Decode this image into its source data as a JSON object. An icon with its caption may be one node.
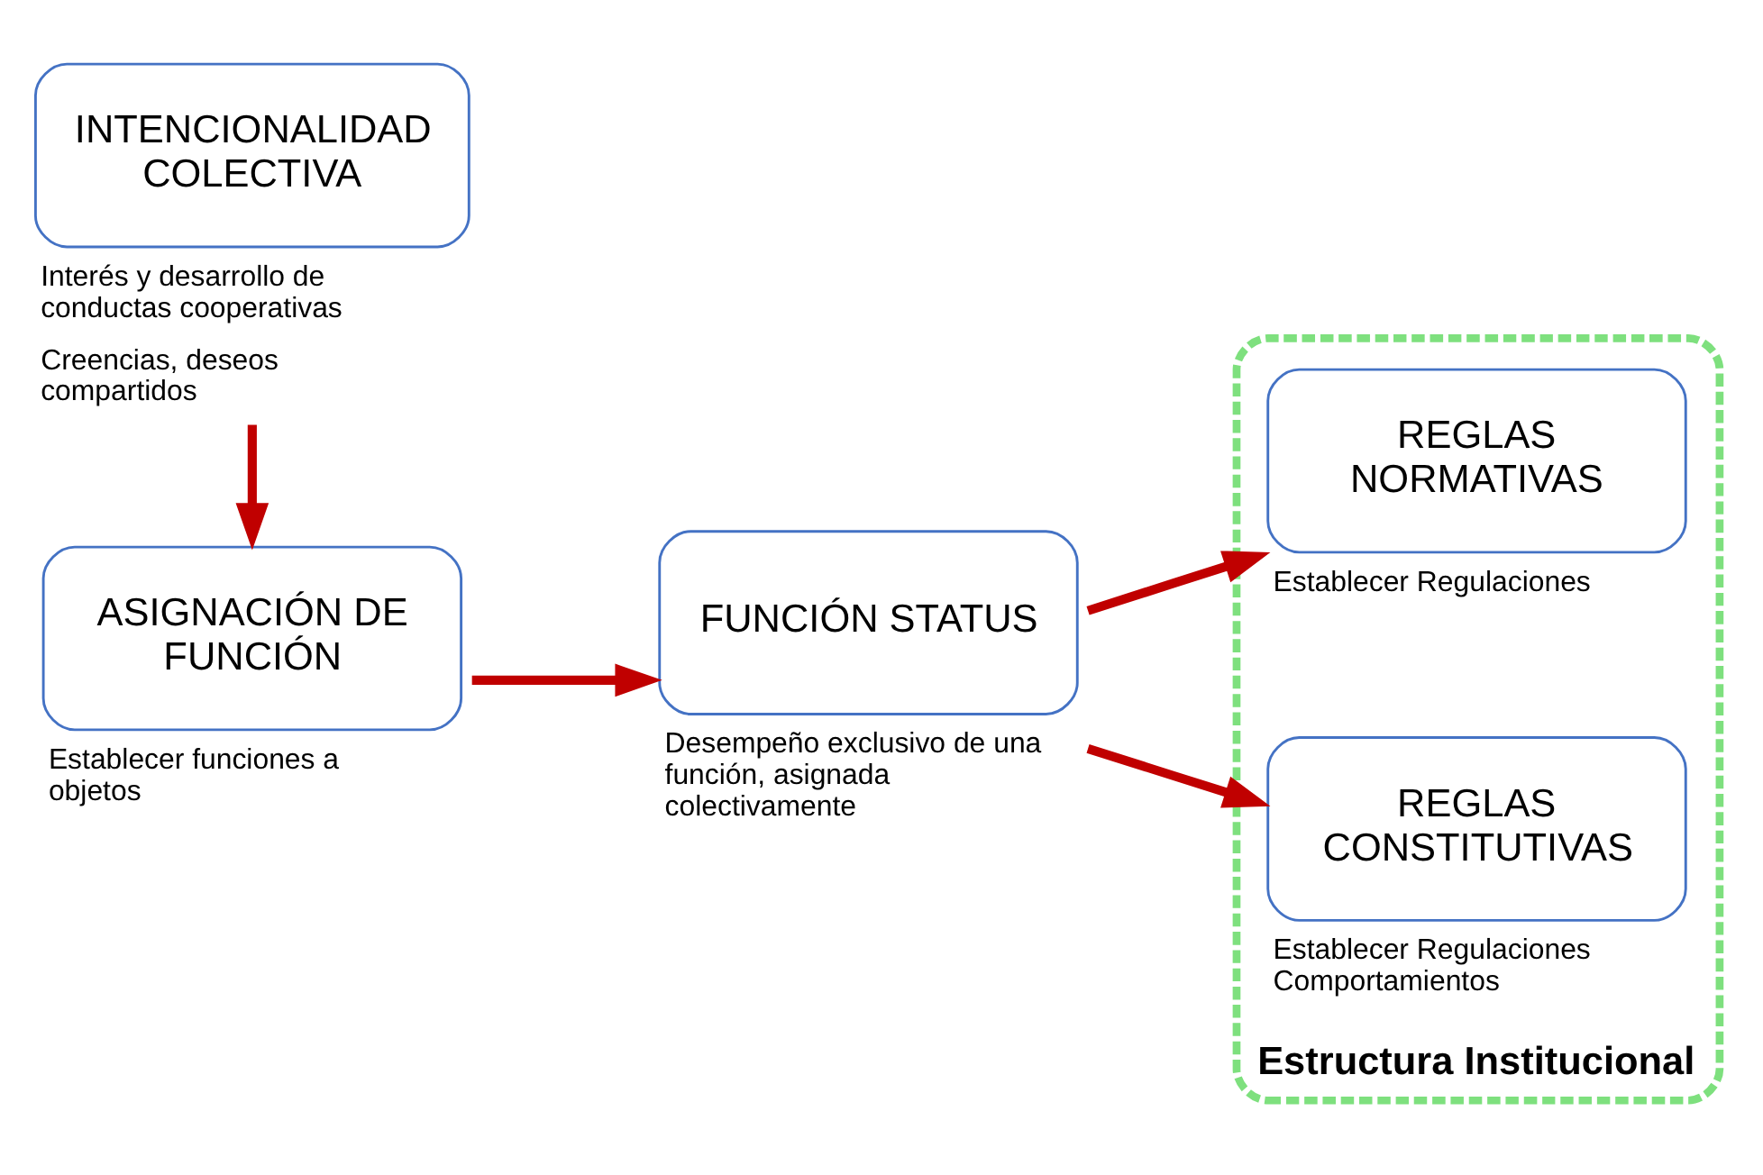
{
  "diagram": {
    "nodes": [
      {
        "text": [
          "INTENCIONALIDAD COLECTIVA"
        ],
        "beside": [
          "Interés y desarrollo de conductas cooperativas",
          "Creencias, deseos compartidos"
        ]
      },
      {
        "text": [
          "ASIGNACIÓN DE FUNCIÓN"
        ],
        "beside": [
          "Establecer funciones a objetos"
        ]
      },
      {
        "text": [
          "FUNCIÓN STATUS"
        ],
        "beside": [
          "Desempeño exclusivo de una función, asignada colectivamente"
        ]
      },
      {
        "text": [
          "Estructura Institucional"
        ]
      },
      {
        "text": [
          "REGLAS NORMATIVAS"
        ],
        "in": 3,
        "beside": [
          "Establecer Regulaciones"
        ]
      },
      {
        "text": [
          "REGLAS CONSTITUTIVAS"
        ],
        "in": 3,
        "beside": [
          "Establecer Regulaciones Comportamientos"
        ]
      }
    ],
    "edges": [
      {
        "from": 0,
        "to": 1,
        "arrow": "to"
      },
      {
        "from": 1,
        "to": 2,
        "arrow": "to"
      },
      {
        "from": 2,
        "to": 4,
        "arrow": "to"
      },
      {
        "from": 2,
        "to": 5,
        "arrow": "to"
      }
    ]
  }
}
